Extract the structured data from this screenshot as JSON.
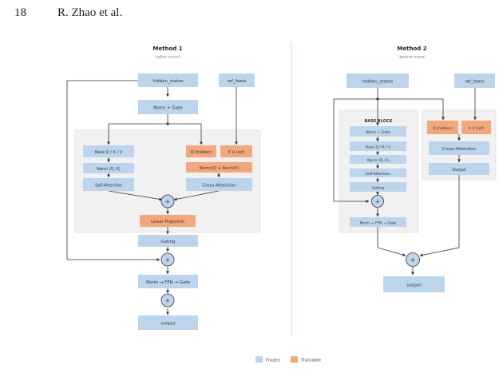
{
  "header": {
    "page_number": "18",
    "authors": "R. Zhao et al."
  },
  "method1": {
    "title": "Method 1",
    "subtitle": "(after norm)",
    "hidden_states": "hidden_states",
    "ref_feats": "ref_feats",
    "norm_gate": "Norm + Gate",
    "base_qkv": "Base Q / K / V",
    "norm_qk": "Norm (Q, K)",
    "self_attention": "Self-Attention",
    "q_hidden": "Q (hidden)",
    "kv_ref": "K V (ref)",
    "norm_qk_trainable": "Norm(Q) + Norm(K)",
    "cross_attention": "Cross-Attention",
    "plus": "+",
    "linear_projection": "Linear Projection",
    "gating": "Gating",
    "plus2": "+",
    "norm_ffn_gate": "Norm → FFN → Gate",
    "plus3": "+",
    "output": "output"
  },
  "method2": {
    "title": "Method 2",
    "subtitle": "(before norm)",
    "hidden_states": "hidden_states",
    "ref_feats": "ref_feats",
    "base_block_label": "BASE BLOCK",
    "norm_gate": "Norm + Gate",
    "base_qkv": "Base Q / K / V",
    "norm_qk": "Norm (Q, K)",
    "self_attention": "Self-Attention",
    "gating": "Gating",
    "plus": "+",
    "norm_ffn_gate": "Norm → FFN → Gate",
    "q_hidden": "Q (hidden)",
    "kv_ref": "K V (ref)",
    "cross_attention": "Cross-Attention",
    "output_inner": "Output",
    "plus_final": "+",
    "output": "output"
  },
  "legend": {
    "frozen": "Frozen",
    "trainable": "Trainable"
  },
  "colors": {
    "frozen": "#bcd5ec",
    "trainable": "#f4a77a",
    "panel": "#f1f1f1",
    "divider": "#b8dcdc",
    "arrow": "#333333"
  }
}
